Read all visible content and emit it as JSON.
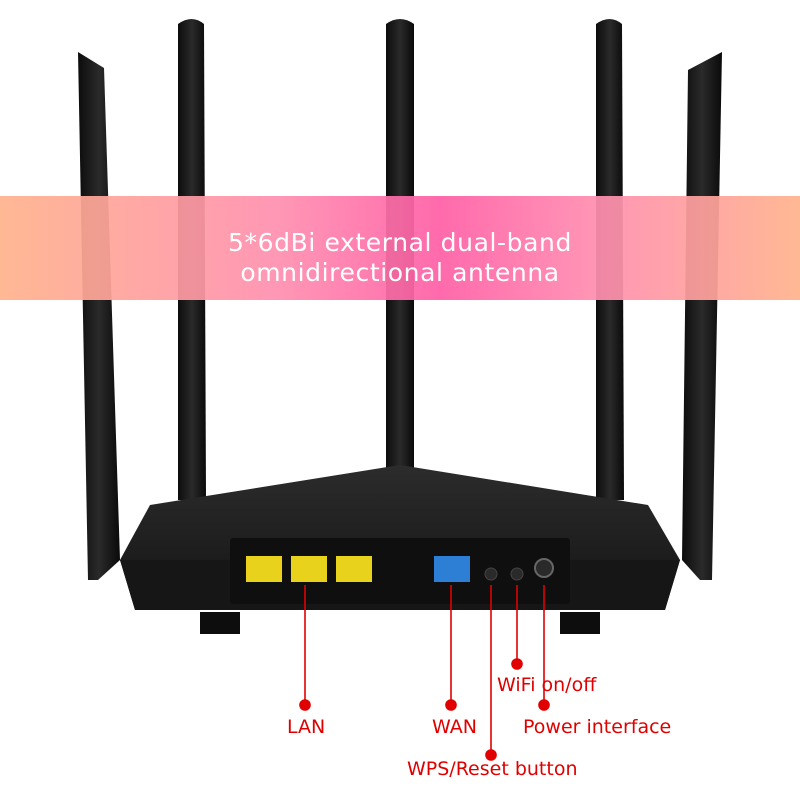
{
  "banner": {
    "line1": "5*6dBi external dual-band",
    "line2": "omnidirectional antenna"
  },
  "callouts": {
    "lan": "LAN",
    "wan": "WAN",
    "wps_reset": "WPS/Reset button",
    "wifi": "WiFi on/off",
    "power": "Power interface"
  },
  "colors": {
    "callout": "#e00000",
    "router_body": "#1b1b1b",
    "lan_port": "#e8d21c",
    "wan_port": "#2d7fd6"
  }
}
